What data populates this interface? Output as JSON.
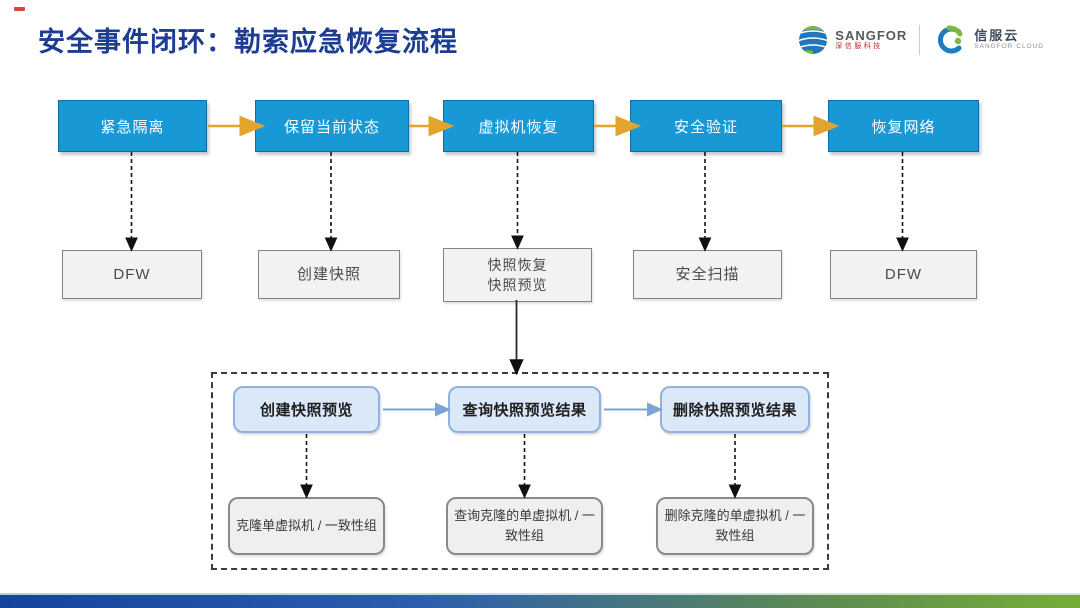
{
  "slide": {
    "title": "安全事件闭环：勒索应急恢复流程"
  },
  "header": {
    "sangfor_logo": {
      "brand": "SANGFOR",
      "sub": "深信服科技"
    },
    "cloud_logo": {
      "brand": "信服云",
      "sub": "SANGFOR CLOUD"
    }
  },
  "flow": {
    "top_steps": [
      {
        "label": "紧急隔离",
        "detail": "DFW"
      },
      {
        "label": "保留当前状态",
        "detail": "创建快照"
      },
      {
        "label": "虚拟机恢复",
        "detail": "快照恢复\n快照预览"
      },
      {
        "label": "安全验证",
        "detail": "安全扫描"
      },
      {
        "label": "恢复网络",
        "detail": "DFW"
      }
    ],
    "sub_steps": [
      {
        "label": "创建快照预览",
        "detail": "克隆单虚拟机 / 一致性组"
      },
      {
        "label": "查询快照预览结果",
        "detail": "查询克隆的单虚拟机 / 一致性组"
      },
      {
        "label": "删除快照预览结果",
        "detail": "删除克隆的单虚拟机 / 一致性组"
      }
    ]
  },
  "colors": {
    "title_blue": "#1c3d91",
    "step_blue_fill": "#1899d6",
    "step_blue_border": "#0e6da6",
    "arrow_orange": "#e3a42e",
    "sub_blue_fill": "#dbe8f8",
    "sub_blue_border": "#8fb2e0",
    "arrow_light_blue": "#7da3d6",
    "gray_fill": "#f2f2f2",
    "gray_border": "#838383",
    "footer_blue": "#16439b",
    "footer_green": "#76ad35"
  }
}
